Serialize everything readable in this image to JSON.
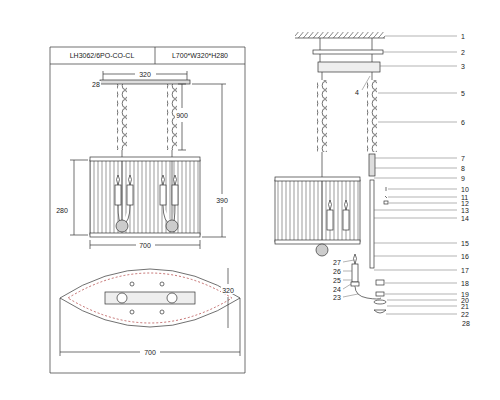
{
  "diagram": {
    "labels": [
      "LH3062/6PO-CO-CL",
      "L700*W320*H280",
      "320",
      "28",
      "900",
      "280",
      "390",
      "700",
      "320",
      "700",
      "1",
      "2",
      "3",
      "4",
      "5",
      "6",
      "7",
      "8",
      "9",
      "10",
      "11",
      "12",
      "13",
      "14",
      "15",
      "16",
      "17",
      "18",
      "19",
      "20",
      "21",
      "22",
      "23",
      "24",
      "25",
      "26",
      "27",
      "28"
    ]
  }
}
